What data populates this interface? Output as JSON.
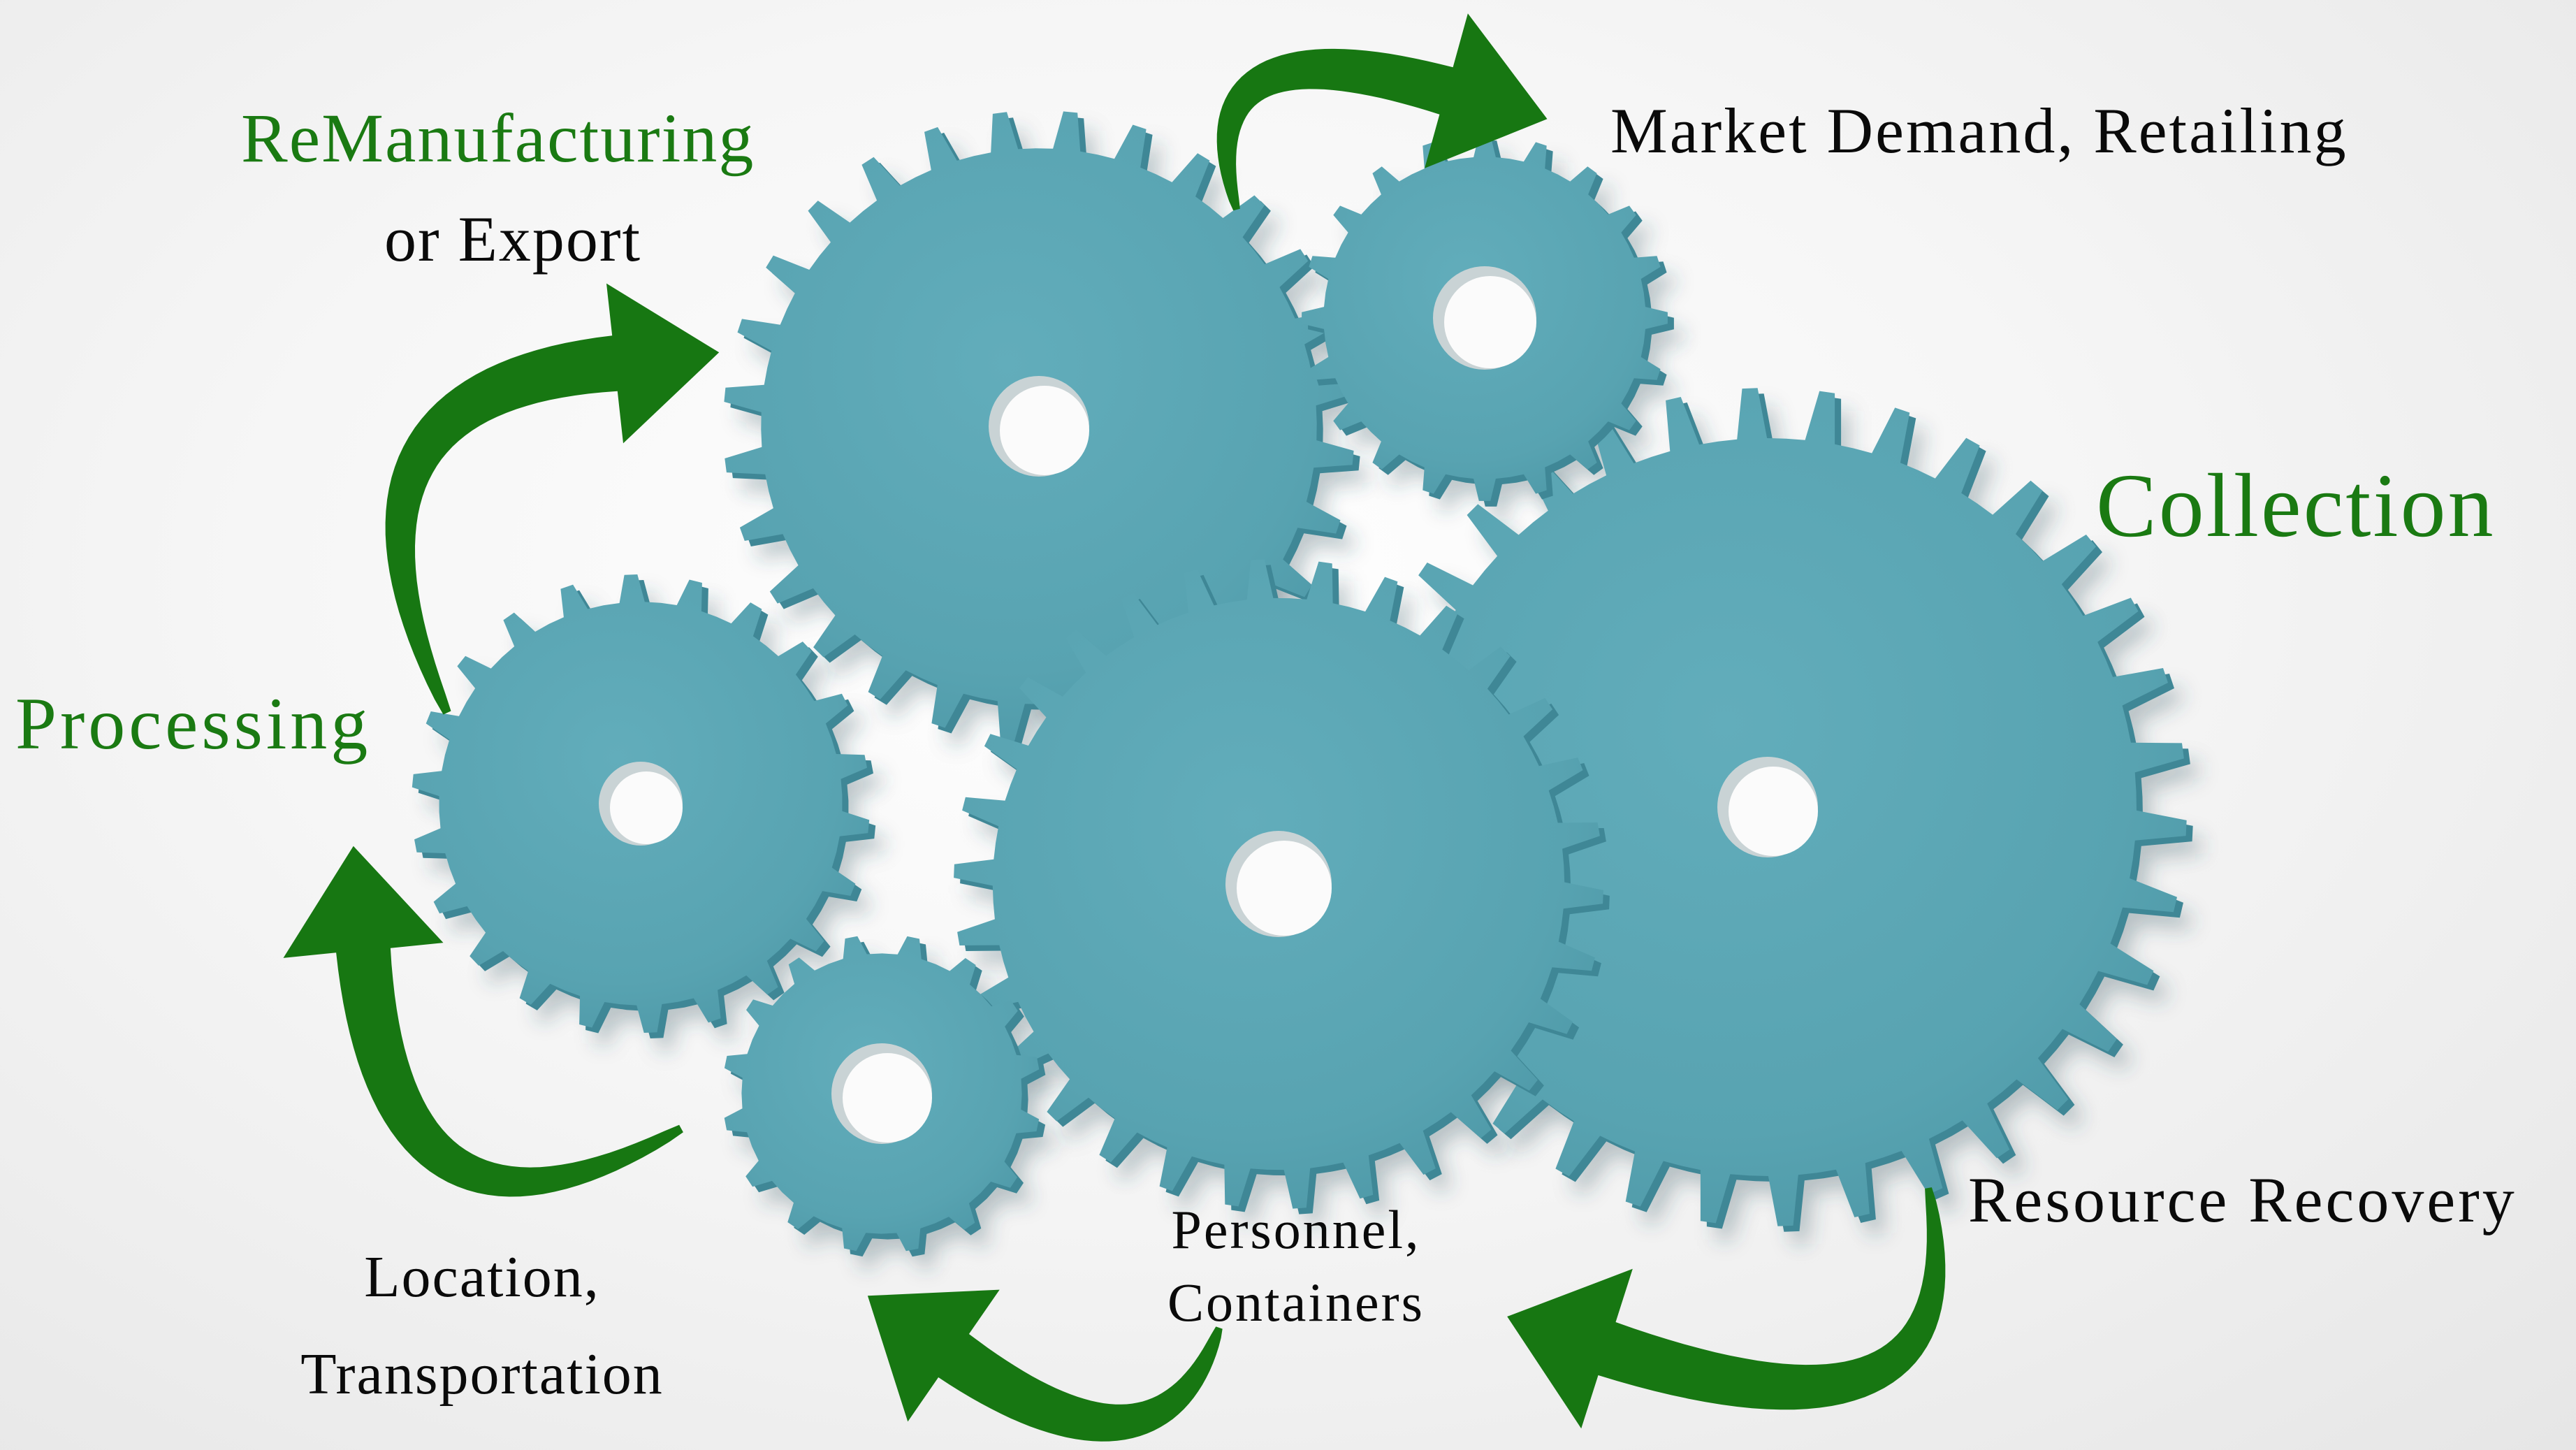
{
  "colors": {
    "gear": "#5ea9b7",
    "gear_shade": "#3f8796",
    "arrow": "#177712",
    "green_text": "#1a7a12",
    "black_text": "#0a0a0a"
  },
  "labels": {
    "remanufacturing": "ReManufacturing",
    "or_export": "or Export",
    "market_demand": "Market Demand, Retailing",
    "collection": "Collection",
    "processing": "Processing",
    "resource_recovery": "Resource Recovery",
    "location": "Location,",
    "transportation": "Transportation",
    "personnel": "Personnel,",
    "containers": "Containers"
  },
  "icons": {
    "gear": "gear-icon",
    "arrow": "curved-arrow-icon"
  }
}
